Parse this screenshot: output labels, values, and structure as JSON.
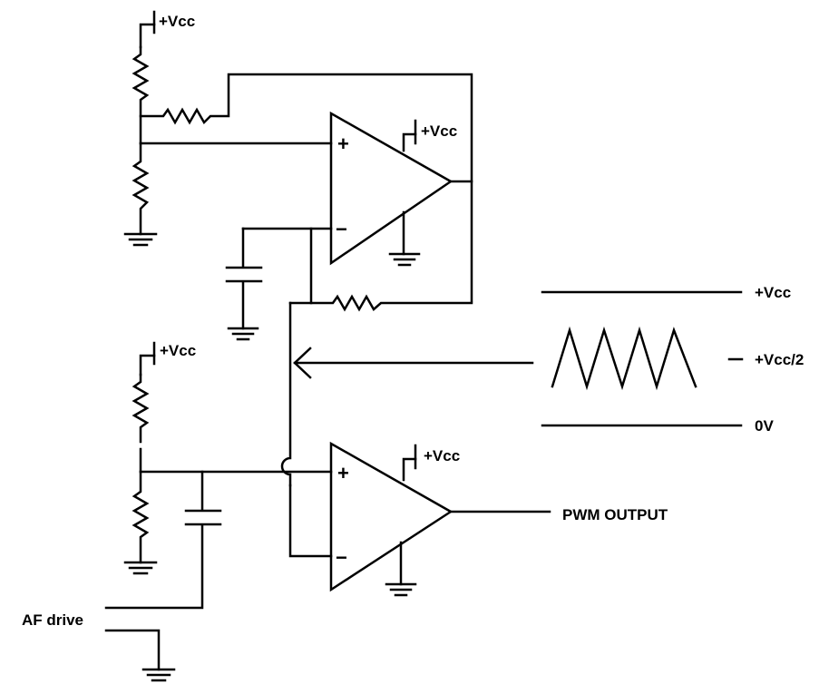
{
  "labels": {
    "vcc_top": "+Vcc",
    "vcc_opamp1": "+Vcc",
    "vcc_middle": "+Vcc",
    "vcc_opamp2": "+Vcc",
    "wave_high": "+Vcc",
    "wave_mid": "+Vcc/2",
    "wave_low": "0V",
    "pwm_output": "PWM OUTPUT",
    "af_drive": "AF drive"
  },
  "opamp_signs": {
    "plus": "+",
    "minus": "−"
  },
  "colors": {
    "line": "#000000",
    "background": "#ffffff"
  }
}
